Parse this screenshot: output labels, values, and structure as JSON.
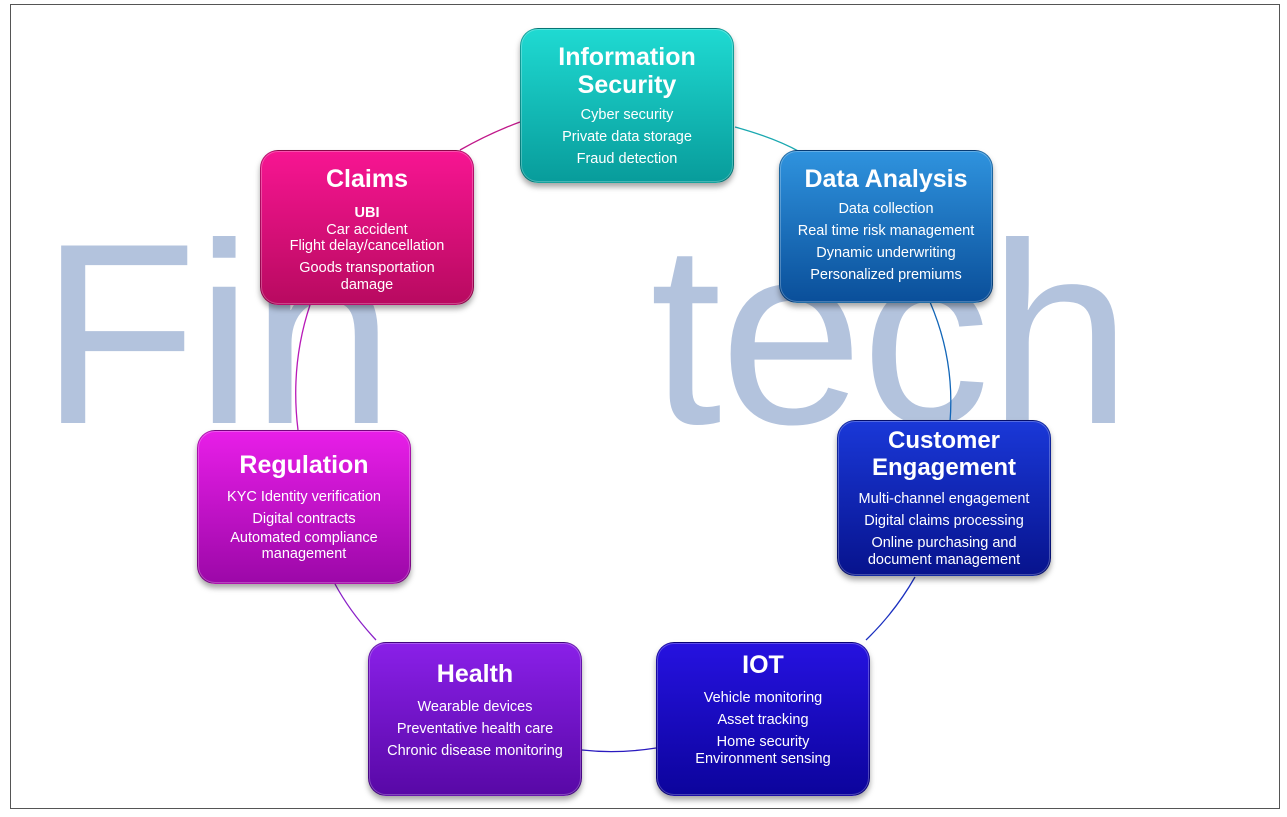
{
  "watermark": {
    "left": "Fin",
    "right": "tech",
    "color": "#b3c3dd"
  },
  "nodes": [
    {
      "title": "Information Security",
      "color_top": "#1fdad2",
      "color_bottom": "#089c9b",
      "items": [
        "Cyber security",
        "Private data storage",
        "Fraud detection"
      ]
    },
    {
      "title": "Data Analysis",
      "color_top": "#2f93de",
      "color_bottom": "#0a4f9a",
      "items": [
        "Data collection",
        "Real time risk management",
        "Dynamic underwriting",
        "Personalized premiums"
      ]
    },
    {
      "title": "Customer Engagement",
      "color_top": "#1a38d8",
      "color_bottom": "#07138d",
      "items": [
        "Multi-channel engagement",
        "Digital claims processing",
        "Online purchasing and",
        "document management"
      ]
    },
    {
      "title": "IOT",
      "color_top": "#2612e0",
      "color_bottom": "#0c049c",
      "items": [
        "Vehicle monitoring",
        "Asset tracking",
        "Home security",
        "Environment sensing"
      ]
    },
    {
      "title": "Health",
      "color_top": "#8a20e8",
      "color_bottom": "#5808a6",
      "items": [
        "Wearable devices",
        "Preventative health care",
        "Chronic disease monitoring"
      ]
    },
    {
      "title": "Regulation",
      "color_top": "#e81ee8",
      "color_bottom": "#9c08a8",
      "items": [
        "KYC Identity verification",
        "Digital contracts",
        "Automated compliance",
        "management"
      ]
    },
    {
      "title": "Claims",
      "color_top": "#f71592",
      "color_bottom": "#b80a60",
      "items": [
        "UBI",
        "Car accident",
        "Flight delay/cancellation",
        "Goods transportation",
        "damage"
      ]
    }
  ]
}
